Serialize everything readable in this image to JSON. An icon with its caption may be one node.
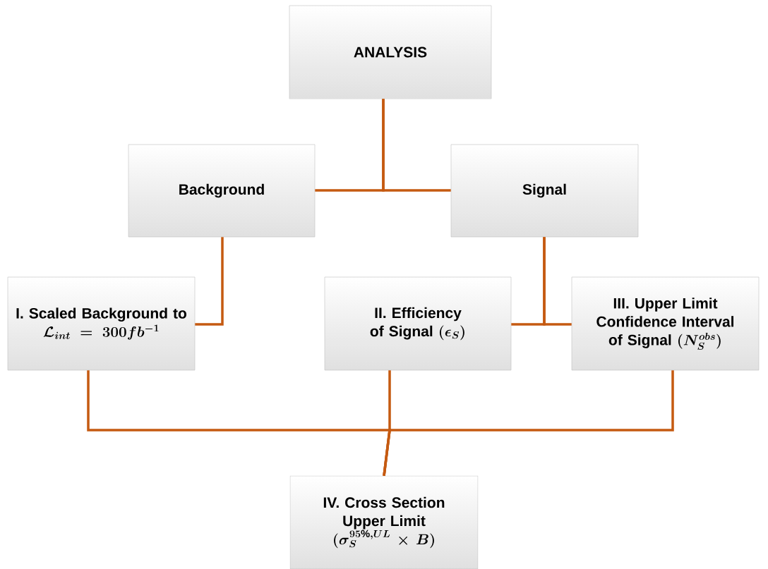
{
  "diagram": {
    "nodes": [
      {
        "text": [
          "ANALYSIS"
        ]
      },
      {
        "text": [
          "Background"
        ]
      },
      {
        "text": [
          "Signal"
        ]
      },
      {
        "text": [
          "I. Scaled Background to",
          "\\mathcal{L}_{int} = 300fb^{-1}"
        ]
      },
      {
        "text": [
          "II. Efficiency of Signal",
          "(\\epsilon_{S})"
        ]
      },
      {
        "text": [
          "III. Upper Limit Confidence Interval of Signal",
          "(N_{S}^{obs})"
        ]
      },
      {
        "text": [
          "IV. Cross Section Upper Limit",
          "(\\sigma_{S}^{95\\%,UL} \\times B)"
        ]
      }
    ],
    "edges": [
      {
        "from": 0,
        "to": 1,
        "arrow": "none"
      },
      {
        "from": 0,
        "to": 2,
        "arrow": "none"
      },
      {
        "from": 1,
        "to": 3,
        "arrow": "none"
      },
      {
        "from": 2,
        "to": 4,
        "arrow": "none"
      },
      {
        "from": 2,
        "to": 5,
        "arrow": "none"
      },
      {
        "from": 3,
        "to": 6,
        "arrow": "none"
      },
      {
        "from": 4,
        "to": 6,
        "arrow": "none"
      },
      {
        "from": 5,
        "to": 6,
        "arrow": "none"
      }
    ]
  }
}
